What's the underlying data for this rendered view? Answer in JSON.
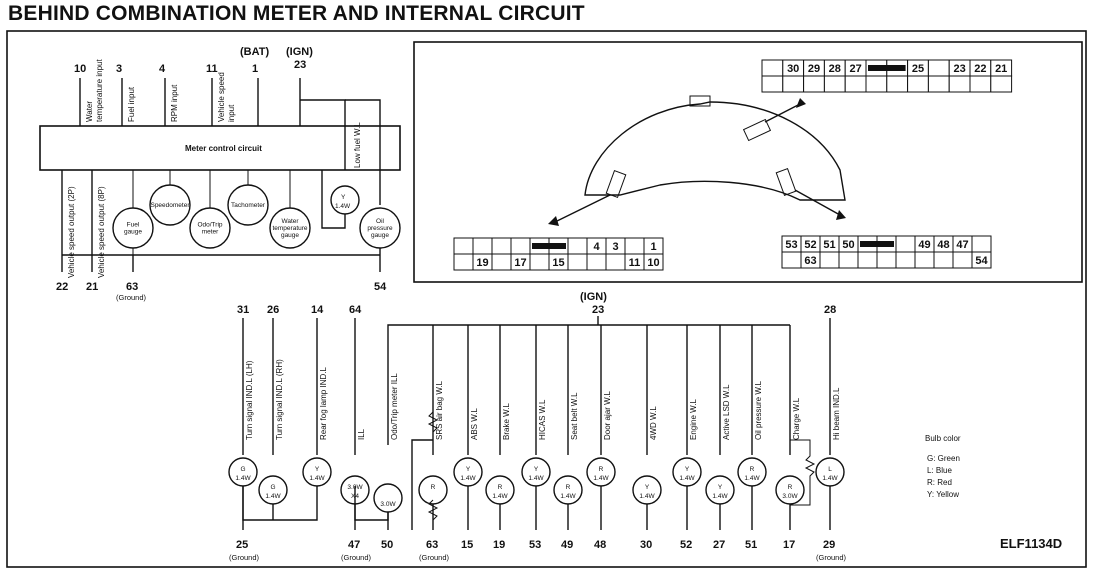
{
  "title": "BEHIND COMBINATION METER AND INTERNAL CIRCUIT",
  "code": "ELF1134D",
  "upper": {
    "bat": "(BAT)",
    "ign": "(IGN)",
    "meter_circuit": "Meter control circuit",
    "inputs": [
      {
        "pin": "10",
        "label1": "Water",
        "label2": "temperature input"
      },
      {
        "pin": "3",
        "label1": "Fuel input",
        "label2": ""
      },
      {
        "pin": "4",
        "label1": "RPM input",
        "label2": ""
      },
      {
        "pin": "11",
        "label1": "Vehicle speed",
        "label2": "input"
      },
      {
        "pin": "1",
        "label1": "",
        "label2": ""
      },
      {
        "pin": "23",
        "label1": "",
        "label2": ""
      }
    ],
    "outputs": [
      {
        "pin": "22",
        "label": "Vehicle speed output (2P)"
      },
      {
        "pin": "21",
        "label": "Vehicle speed output (8P)"
      }
    ],
    "ground_pin": "63",
    "ground_label": "(Ground)",
    "right_pin": "54",
    "low_fuel": "Low fuel W.L",
    "low_fuel_bulb": {
      "color": "Y",
      "watt": "1.4W"
    },
    "gauges": [
      "Fuel gauge",
      "Speedometer",
      "Odo/Trip meter",
      "Tachometer",
      "Water temperature gauge",
      "Oil pressure gauge"
    ]
  },
  "connectors": {
    "top": {
      "row1": [
        "",
        "30",
        "29",
        "28",
        "27",
        "",
        "",
        "25",
        "",
        "23",
        "22",
        "21"
      ],
      "row2": [
        "",
        "",
        "",
        "",
        "",
        "",
        "",
        "",
        "",
        "",
        "",
        ""
      ]
    },
    "left": {
      "row1": [
        "",
        "",
        "",
        "",
        "",
        "",
        "",
        "4",
        "3",
        "",
        "1"
      ],
      "row2": [
        "",
        "19",
        "",
        "17",
        "",
        "15",
        "",
        "",
        "",
        "11",
        "10"
      ]
    },
    "right": {
      "row1": [
        "53",
        "52",
        "51",
        "50",
        "",
        "",
        "",
        "49",
        "48",
        "47",
        ""
      ],
      "row2": [
        "",
        "63",
        "",
        "",
        "",
        "",
        "",
        "",
        "",
        "",
        "54"
      ]
    }
  },
  "lower": {
    "ign": "(IGN)",
    "ign_pin": "23",
    "ground_label": "(Ground)",
    "indicators": [
      {
        "top": "31",
        "label": "Turn signal IND.L (LH)",
        "color": "G",
        "watt": "1.4W",
        "bottom": "25",
        "ground": true
      },
      {
        "top": "26",
        "label": "Turn signal IND.L (RH)",
        "color": "G",
        "watt": "1.4W",
        "bottom": "",
        "ground": false
      },
      {
        "top": "14",
        "label": "Rear fog lamp IND.L",
        "color": "Y",
        "watt": "1.4W",
        "bottom": "",
        "ground": false
      },
      {
        "top": "64",
        "label": "ILL",
        "color": "3.0W",
        "watt": "X4",
        "bottom": "47",
        "ground": true
      },
      {
        "top": "",
        "label": "Odo/Trip meter ILL",
        "color": "",
        "watt": "3.0W",
        "bottom": "50",
        "ground": false
      },
      {
        "top": "",
        "label": "SRS air bag W.L",
        "color": "R",
        "watt": "",
        "bottom": "63",
        "ground": true
      },
      {
        "top": "",
        "label": "ABS W.L",
        "color": "Y",
        "watt": "1.4W",
        "bottom": "15",
        "ground": false
      },
      {
        "top": "",
        "label": "Brake W.L",
        "color": "R",
        "watt": "1.4W",
        "bottom": "19",
        "ground": false
      },
      {
        "top": "",
        "label": "HICAS W.L",
        "color": "Y",
        "watt": "1.4W",
        "bottom": "53",
        "ground": false
      },
      {
        "top": "",
        "label": "Seat belt W.L",
        "color": "R",
        "watt": "1.4W",
        "bottom": "49",
        "ground": false
      },
      {
        "top": "",
        "label": "Door ajar W.L",
        "color": "R",
        "watt": "1.4W",
        "bottom": "48",
        "ground": false
      },
      {
        "top": "",
        "label": "4WD W.L",
        "color": "Y",
        "watt": "1.4W",
        "bottom": "30",
        "ground": false
      },
      {
        "top": "",
        "label": "Engine W.L",
        "color": "Y",
        "watt": "1.4W",
        "bottom": "52",
        "ground": false
      },
      {
        "top": "",
        "label": "Active LSD W.L",
        "color": "Y",
        "watt": "1.4W",
        "bottom": "27",
        "ground": false
      },
      {
        "top": "",
        "label": "Oil pressure W.L",
        "color": "R",
        "watt": "1.4W",
        "bottom": "51",
        "ground": false
      },
      {
        "top": "",
        "label": "Charge W.L",
        "color": "R",
        "watt": "3.0W",
        "bottom": "17",
        "ground": false
      },
      {
        "top": "28",
        "label": "Hi beam IND.L",
        "color": "L",
        "watt": "1.4W",
        "bottom": "29",
        "ground": true
      }
    ]
  },
  "legend": {
    "title": "Bulb color",
    "items": [
      "G: Green",
      "L: Blue",
      "R: Red",
      "Y: Yellow"
    ]
  }
}
